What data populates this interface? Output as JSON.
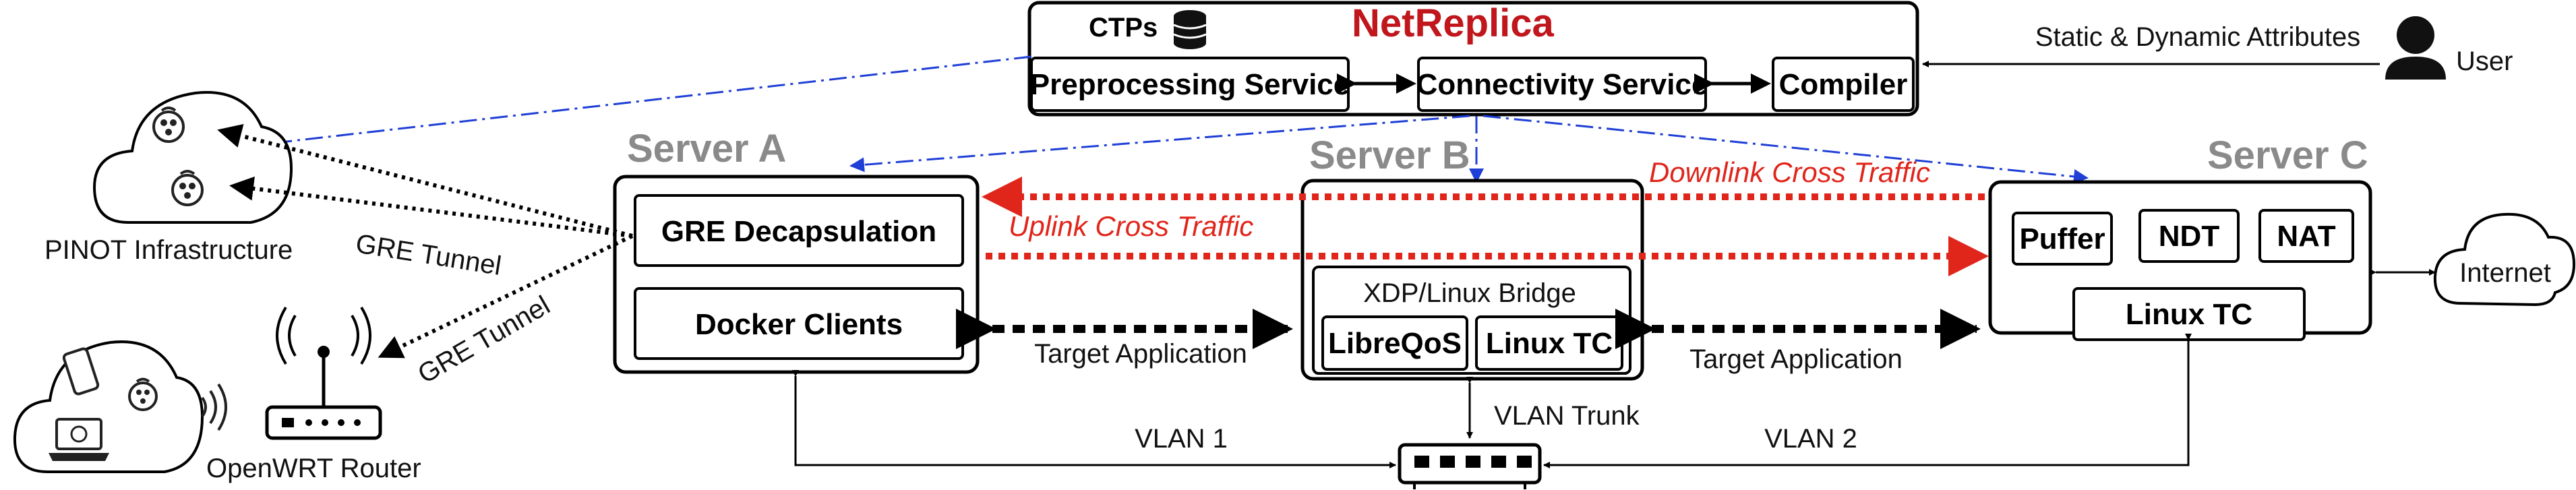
{
  "header": {
    "title": "NetReplica",
    "ctps": "CTPs",
    "preprocessing": "Preprocessing Service",
    "connectivity": "Connectivity Service",
    "compiler": "Compiler",
    "attributes": "Static & Dynamic Attributes",
    "user": "User"
  },
  "servers": {
    "a": {
      "title": "Server A",
      "gre": "GRE Decapsulation",
      "docker": "Docker Clients"
    },
    "b": {
      "title": "Server B",
      "bridge": "XDP/Linux Bridge",
      "libreqos": "LibreQoS",
      "linuxtc": "Linux TC"
    },
    "c": {
      "title": "Server C",
      "puffer": "Puffer",
      "ndt": "NDT",
      "nat": "NAT",
      "linuxtc": "Linux TC"
    }
  },
  "traffic": {
    "downlink": "Downlink Cross Traffic",
    "uplink": "Uplink Cross Traffic",
    "target_ab": "Target Application",
    "target_bc": "Target Application"
  },
  "network": {
    "vlan1": "VLAN 1",
    "vlan2": "VLAN 2",
    "trunk": "VLAN Trunk",
    "internet": "Internet"
  },
  "infra": {
    "pinot": "PINOT Infrastructure",
    "gre_tunnel_1": "GRE Tunnel",
    "gre_tunnel_2": "GRE Tunnel",
    "openwrt": "OpenWRT Router"
  },
  "colors": {
    "red": "#e0251b",
    "blue": "#1f3fd6",
    "server_title": "#8a8a8a"
  }
}
